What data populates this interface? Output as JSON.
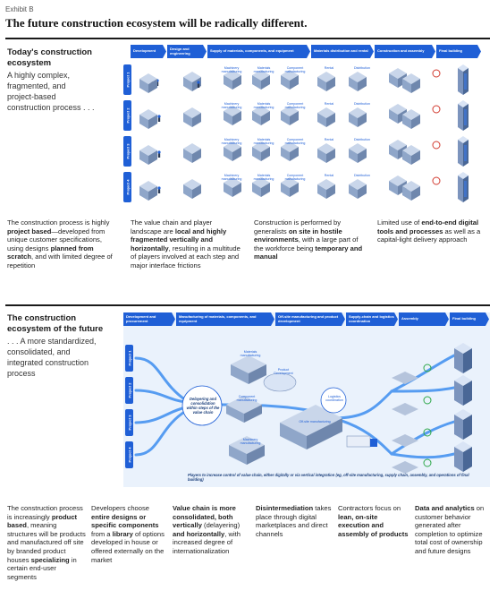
{
  "exhibit": "Exhibit B",
  "headline": "The future construction ecosystem will be radically different.",
  "today": {
    "title_line1": "Today's construction",
    "title_line2": "ecosystem",
    "sub_lines": [
      "A highly complex,",
      "fragmented, and",
      "project-based",
      "construction process . . ."
    ],
    "stages": [
      "Development",
      "Design and engineering",
      "Supply of materials, components, and equipment",
      "Materials distribution and rental",
      "Construction and assembly",
      "Final building"
    ],
    "projects": [
      "Project 1",
      "Project 2",
      "Project 3",
      "Project 4"
    ],
    "row_labels": [
      "Machinery manufacturing",
      "Materials manufacturing",
      "Component manufacturing",
      "Rental",
      "Distribution"
    ],
    "descriptions": [
      {
        "pre": "The construction process is highly ",
        "bold1": "project based",
        "mid": "—developed from unique customer specifications, using designs ",
        "bold2": "planned from scratch",
        "post": ", and with limited degree of repetition"
      },
      {
        "pre": "The value chain and player landscape are ",
        "bold1": "local and highly fragmented vertically and horizontally",
        "mid": ", resulting in a multitude of players involved at each step and major interface frictions",
        "bold2": "",
        "post": ""
      },
      {
        "pre": "Construction is performed by generalists ",
        "bold1": "on site in hostile environments",
        "mid": ", with a large part of the workforce being ",
        "bold2": "temporary and manual",
        "post": ""
      },
      {
        "pre": "Limited use of ",
        "bold1": "end-to-end digital tools and processes",
        "mid": " as well as a capital-light delivery approach",
        "bold2": "",
        "post": ""
      }
    ]
  },
  "future": {
    "title_line1": "The construction",
    "title_line2": "ecosystem of the future",
    "sub_lines": [
      ". . . A more standardized,",
      "consolidated, and",
      "integrated construction",
      "process"
    ],
    "stages": [
      "Development and procurement",
      "Manufacturing of materials, components, and equipment",
      "Off-site manufacturing and product development",
      "Supply-chain and logistics coordination",
      "Assembly",
      "Final building"
    ],
    "projects": [
      "Project 1",
      "Project 2",
      "Project 3",
      "Project 4"
    ],
    "labels": {
      "materials": "Materials manufacturing",
      "component": "Component manufacturing",
      "machinery": "Machinery manufacturing",
      "product_dev": "Product Development",
      "offsite": "Off-site manufacturing",
      "logistics": "Logistics coordination",
      "delayering": "Delayering and consolidation within steps of the value chain"
    },
    "footnote": "Players to increase control of value chain, either digitally or via vertical integration (eg, off-site manufacturing, supply chain, assembly, and operations of final building)",
    "descriptions": [
      {
        "pre": "The construction process is increasingly ",
        "bold1": "product based",
        "mid": ", meaning structures will be products and manufactured off site by branded product houses ",
        "bold2": "specializing",
        "post": " in certain end-user segments"
      },
      {
        "pre": "Developers choose ",
        "bold1": "entire designs or specific components",
        "mid": " from a ",
        "bold2": "library",
        "post": " of options developed in house or offered externally on the market"
      },
      {
        "pre": "",
        "bold1": "Value chain is more consolidated, both vertically",
        "mid": " (delayering) ",
        "bold2": "and horizontally",
        "post": ", with increased degree of internationalization"
      },
      {
        "pre": "",
        "bold1": "Disintermediation",
        "mid": " takes place through digital marketplaces and direct channels",
        "bold2": "",
        "post": ""
      },
      {
        "pre": "Contractors focus on ",
        "bold1": "lean, on-site execution and assembly of products",
        "mid": "",
        "bold2": "",
        "post": ""
      },
      {
        "pre": "",
        "bold1": "Data and analytics",
        "mid": " on customer behavior generated after completion to optimize total cost of ownership and future designs",
        "bold2": "",
        "post": ""
      }
    ]
  },
  "colors": {
    "accent": "#1f5fd6",
    "light_accent": "#eaf2fc",
    "rule": "#1a1a1a"
  }
}
